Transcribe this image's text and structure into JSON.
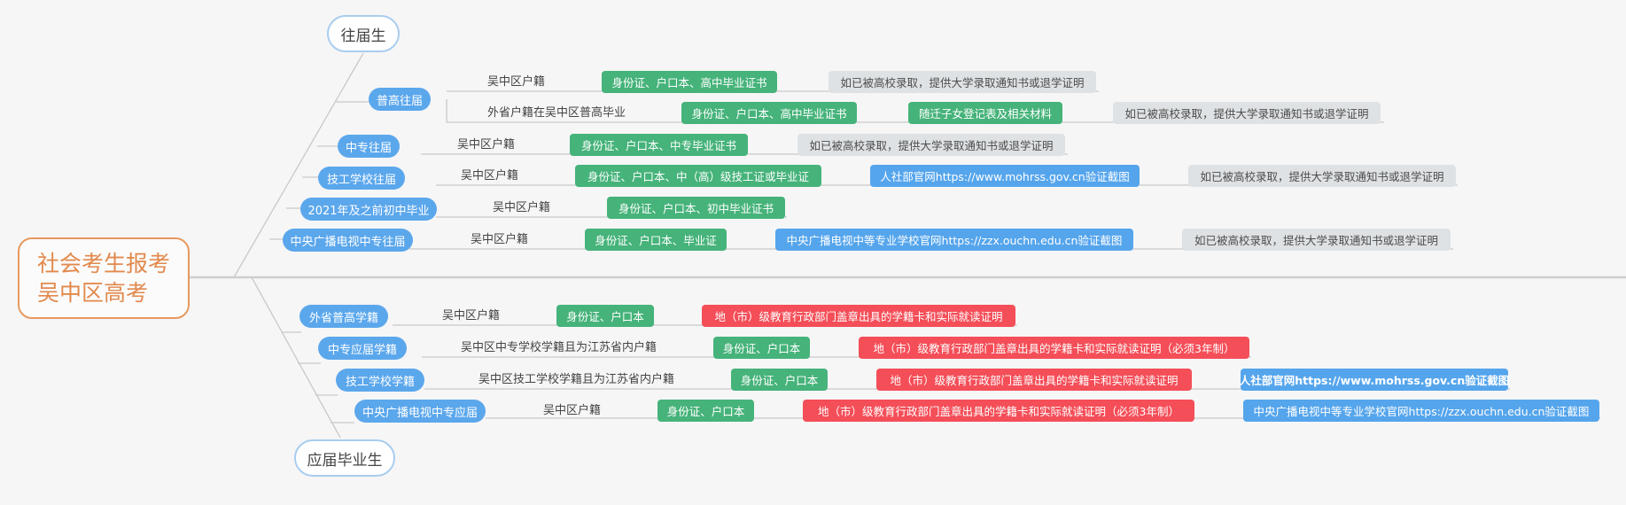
{
  "root": {
    "line1": "社会考生报考",
    "line2": "吴中区高考"
  },
  "groups": {
    "past": "往届生",
    "current": "应届毕业生"
  },
  "categories": {
    "c1": "普高往届",
    "c2": "中专往届",
    "c3": "技工学校往届",
    "c4": "2021年及之前初中毕业",
    "c5": "中央广播电视中专往届",
    "c6": "外省普高学籍",
    "c7": "中专应届学籍",
    "c8": "技工学校学籍",
    "c9": "中央广播电视中专应届"
  },
  "residence": {
    "r1": "吴中区户籍",
    "r2": "外省户籍在吴中区普高毕业",
    "r3": "吴中区户籍",
    "r4": "吴中区户籍",
    "r5": "吴中区户籍",
    "r6": "吴中区户籍",
    "r7": "吴中区户籍",
    "r8": "吴中区中专学校学籍且为江苏省内户籍",
    "r9": "吴中区技工学校学籍且为江苏省内户籍",
    "r10": "吴中区户籍"
  },
  "documents": {
    "d1": "身份证、户口本、高中毕业证书",
    "d2": "身份证、户口本、高中毕业证书",
    "d3": "身份证、户口本、中专毕业证书",
    "d4": "身份证、户口本、中（高）级技工证或毕业证",
    "d5": "身份证、户口本、初中毕业证书",
    "d6": "身份证、户口本、毕业证",
    "d7": "身份证、户口本",
    "d8": "身份证、户口本",
    "d9": "身份证、户口本",
    "d10": "身份证、户口本"
  },
  "notes": {
    "n1": "如已被高校录取，提供大学录取通知书或退学证明",
    "n2": "随迁子女登记表及相关材料",
    "n3": "如已被高校录取，提供大学录取通知书或退学证明",
    "n4": "如已被高校录取，提供大学录取通知书或退学证明",
    "n5": "人社部官网https://www.mohrss.gov.cn验证截图",
    "n6": "如已被高校录取，提供大学录取通知书或退学证明",
    "n7": "中央广播电视中等专业学校官网https://zzx.ouchn.edu.cn验证截图",
    "n8": "如已被高校录取，提供大学录取通知书或退学证明",
    "n9": "地（市）级教育行政部门盖章出具的学籍卡和实际就读证明",
    "n10": "地（市）级教育行政部门盖章出具的学籍卡和实际就读证明（必须3年制）",
    "n11": "地（市）级教育行政部门盖章出具的学籍卡和实际就读证明",
    "n12": "人社部官网https://www.mohrss.gov.cn验证截图",
    "n13": "地（市）级教育行政部门盖章出具的学籍卡和实际就读证明（必须3年制）",
    "n14": "中央广播电视中等专业学校官网https://zzx.ouchn.edu.cn验证截图"
  },
  "colors": {
    "root_border": "#e7995f",
    "group_border": "#a9cdef",
    "category": "#5ba7ec",
    "documents": "#46b37a",
    "note_gray": "#dfe2e4",
    "note_blue": "#55a5ec",
    "note_red": "#f44e58",
    "connector": "#c9c9c9"
  }
}
